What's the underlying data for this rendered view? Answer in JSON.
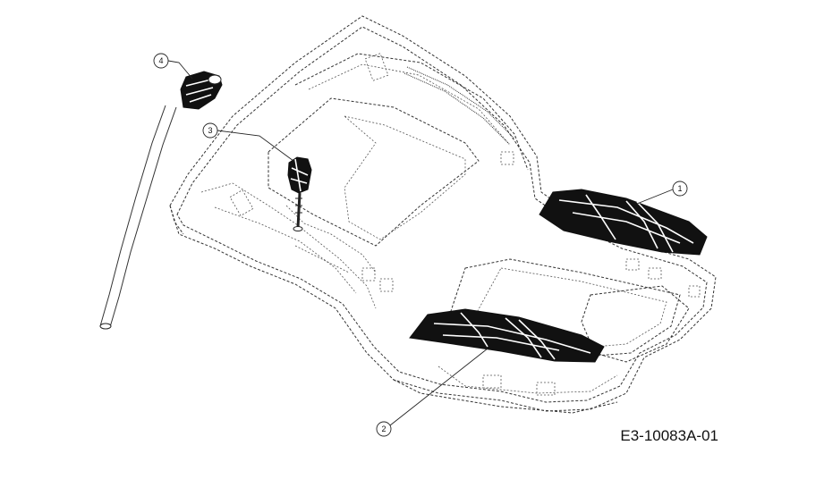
{
  "drawing": {
    "code": "E3-10083A-01",
    "callouts": [
      "1",
      "2",
      "3",
      "4"
    ]
  }
}
